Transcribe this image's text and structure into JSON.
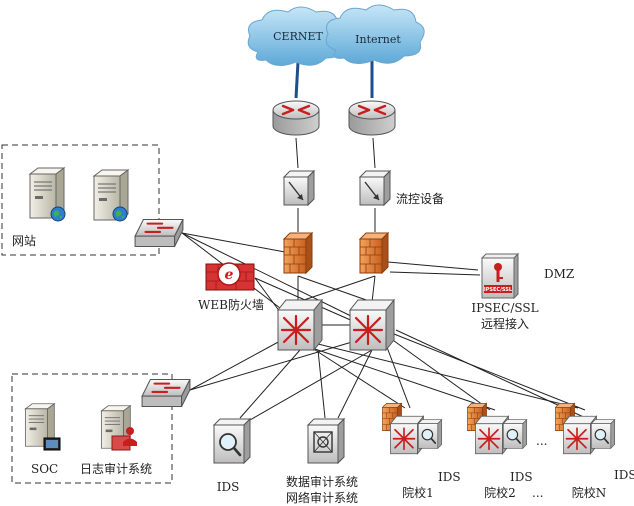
{
  "clouds": {
    "cernet": "CERNET",
    "internet": "Internet"
  },
  "labels": {
    "flow_control": "流控设备",
    "website": "网站",
    "dmz": "DMZ",
    "waf": "WEB防火墙",
    "ipsec_line1": "IPSEC/SSL",
    "ipsec_line2": "远程接入",
    "ipsec_badge": "IPSEC/SSL",
    "soc": "SOC",
    "log_audit": "日志审计系统",
    "ids_main": "IDS",
    "db_audit": "数据审计系统",
    "net_audit": "网络审计系统",
    "campus1": "院校1",
    "campus2": "院校2",
    "campusN": "院校N",
    "ids1": "IDS",
    "ids2": "IDS",
    "idsN": "IDS",
    "dots_bottom": "...",
    "dots_upper": "..."
  },
  "colors": {
    "cloud_fill": "#8fc8ea",
    "uplink": "#1f4e8c",
    "firewall": "#e07a2e",
    "device_body": "#e2e2e2",
    "red_arrow": "#c81e1e",
    "dashed_border": "#333333"
  }
}
